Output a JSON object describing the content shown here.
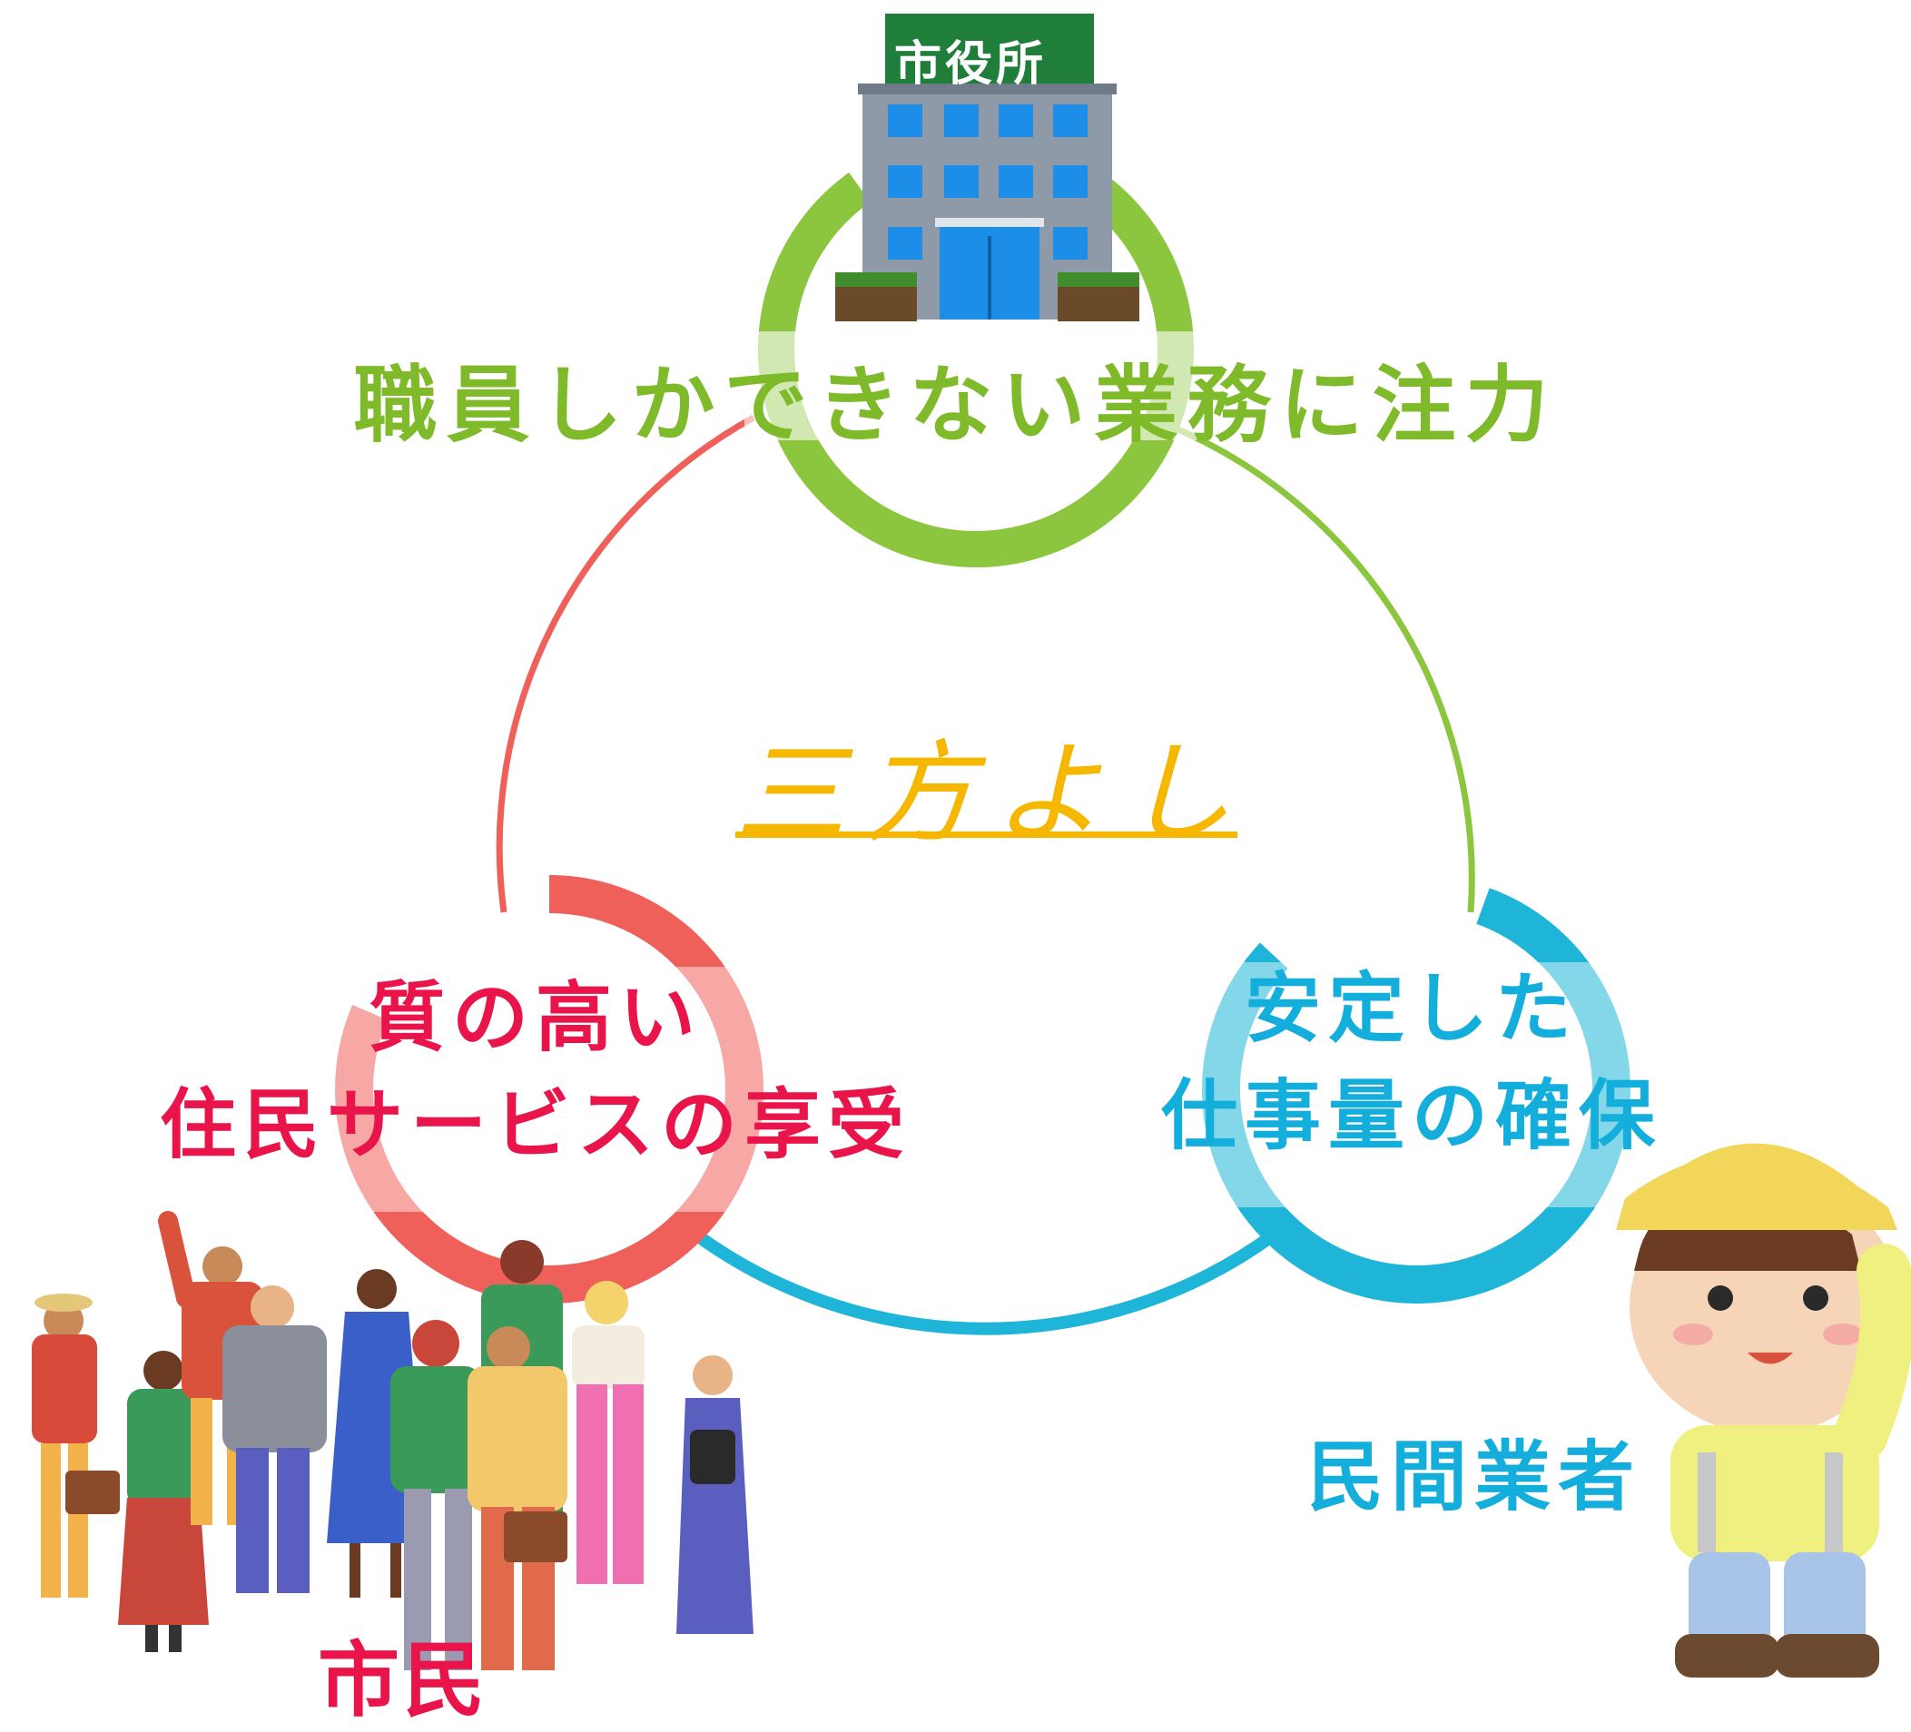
{
  "labels": {
    "city_hall_goal": "職員しかできない業務に注力",
    "center_title": "三方よし",
    "residents_goal_line1": "質の高い",
    "residents_goal_line2": "住民サービスの享受",
    "business_goal_line1": "安定した",
    "business_goal_line2": "仕事量の確保",
    "residents_actor": "市民",
    "business_actor": "民間業者",
    "city_hall_sign": "市役所"
  },
  "colors": {
    "green": "#8cc63f",
    "red": "#f0605a",
    "blue": "#1fb5d8",
    "gold": "#f5b700",
    "residents_text": "#e8144a",
    "business_text": "#13aedb",
    "city_text": "#7fba2a"
  },
  "icons": [
    "city-hall-building-icon",
    "crowd-of-residents-icon",
    "construction-worker-icon"
  ]
}
